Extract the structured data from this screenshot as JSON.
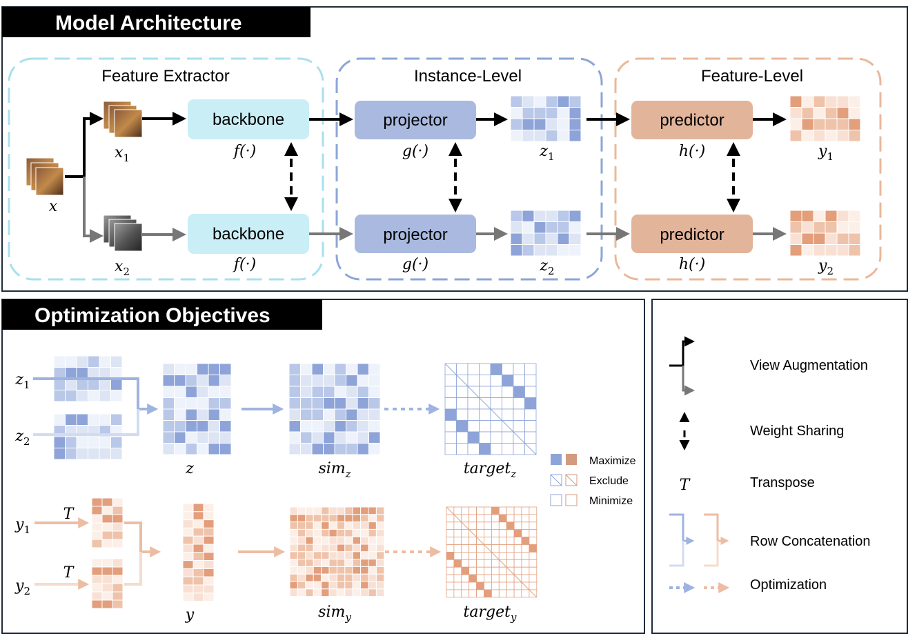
{
  "colors": {
    "feature_extractor": "#a8e0ee",
    "backbone_fill": "#c9eef6",
    "instance_level": "#8ba6d6",
    "projector_fill": "#a9b9df",
    "feature_level": "#e9b89a",
    "predictor_fill": "#e2b49a",
    "z_dark": "#8ea4d8",
    "z_mid": "#b9c7e8",
    "z_light": "#dde4f3",
    "y_dark": "#e39e7c",
    "y_mid": "#efc3aa",
    "y_light": "#f8e1d4",
    "gray_arrow": "#777777",
    "title_bar": "#000000"
  },
  "model_architecture": {
    "title": "Model Architecture",
    "groups": {
      "feature_extractor": "Feature Extractor",
      "instance_level": "Instance-Level",
      "feature_level": "Feature-Level"
    },
    "blocks": {
      "backbone": "backbone",
      "projector": "projector",
      "predictor": "predictor"
    },
    "math": {
      "x": "x",
      "x1": "x",
      "x1_sub": "1",
      "x2": "x",
      "x2_sub": "2",
      "f": "f(·)",
      "g": "g(·)",
      "h": "h(·)",
      "z1": "z",
      "z1_sub": "1",
      "z2": "z",
      "z2_sub": "2",
      "y1": "y",
      "y1_sub": "1",
      "y2": "y",
      "y2_sub": "2"
    }
  },
  "optimization": {
    "title": "Optimization Objectives",
    "labels": {
      "z1": "z",
      "z1_sub": "1",
      "z2": "z",
      "z2_sub": "2",
      "y1": "y",
      "y1_sub": "1",
      "y2": "y",
      "y2_sub": "2",
      "T": "T",
      "z": "z",
      "y": "y",
      "sim_z": "sim",
      "sim_z_sub": "z",
      "sim_y": "sim",
      "sim_y_sub": "y",
      "target_z": "target",
      "target_z_sub": "z",
      "target_y": "target",
      "target_y_sub": "y"
    },
    "mini_legend": {
      "maximize": "Maximize",
      "exclude": "Exclude",
      "minimize": "Minimize"
    }
  },
  "legend": {
    "view_augmentation": "View Augmentation",
    "weight_sharing": "Weight Sharing",
    "transpose_symbol": "T",
    "transpose": "Transpose",
    "row_concatenation": "Row Concatenation",
    "optimization": "Optimization"
  }
}
